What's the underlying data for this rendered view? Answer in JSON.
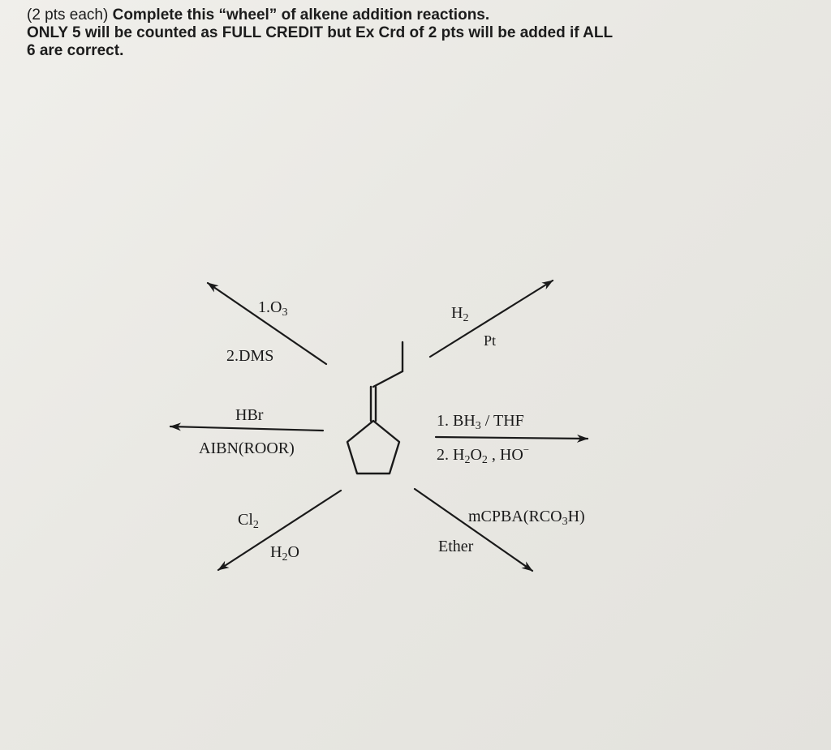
{
  "header": {
    "points": "(2 pts each)",
    "title": "Complete this “wheel” of alkene addition reactions.",
    "line2": "ONLY 5 will be counted as FULL CREDIT but Ex Crd of 2 pts will be added if ALL",
    "line3": "6 are correct."
  },
  "reactions": {
    "ozonolysis": {
      "step1": "1.O",
      "step1_sub": "3",
      "step2": "2.DMS"
    },
    "hydrogenation": {
      "reagent": "H",
      "reagent_sub": "2",
      "catalyst": "Pt"
    },
    "radical_hbr": {
      "reagent": "HBr",
      "conditions": "AIBN(ROOR)"
    },
    "hydroboration": {
      "step1_a": "1. BH",
      "step1_sub": "3",
      "step1_b": " / THF",
      "step2_a": "2. H",
      "step2_sub1": "2",
      "step2_b": "O",
      "step2_sub2": "2",
      "step2_c": " , HO",
      "step2_sup": "−"
    },
    "halohydrin": {
      "reagent": "Cl",
      "reagent_sub": "2",
      "solvent": "H",
      "solvent_sub": "2",
      "solvent_end": "O"
    },
    "epoxidation": {
      "reagent_a": "mCPBA(RCO",
      "reagent_sub": "3",
      "reagent_b": "H)",
      "solvent": "Ether"
    }
  }
}
